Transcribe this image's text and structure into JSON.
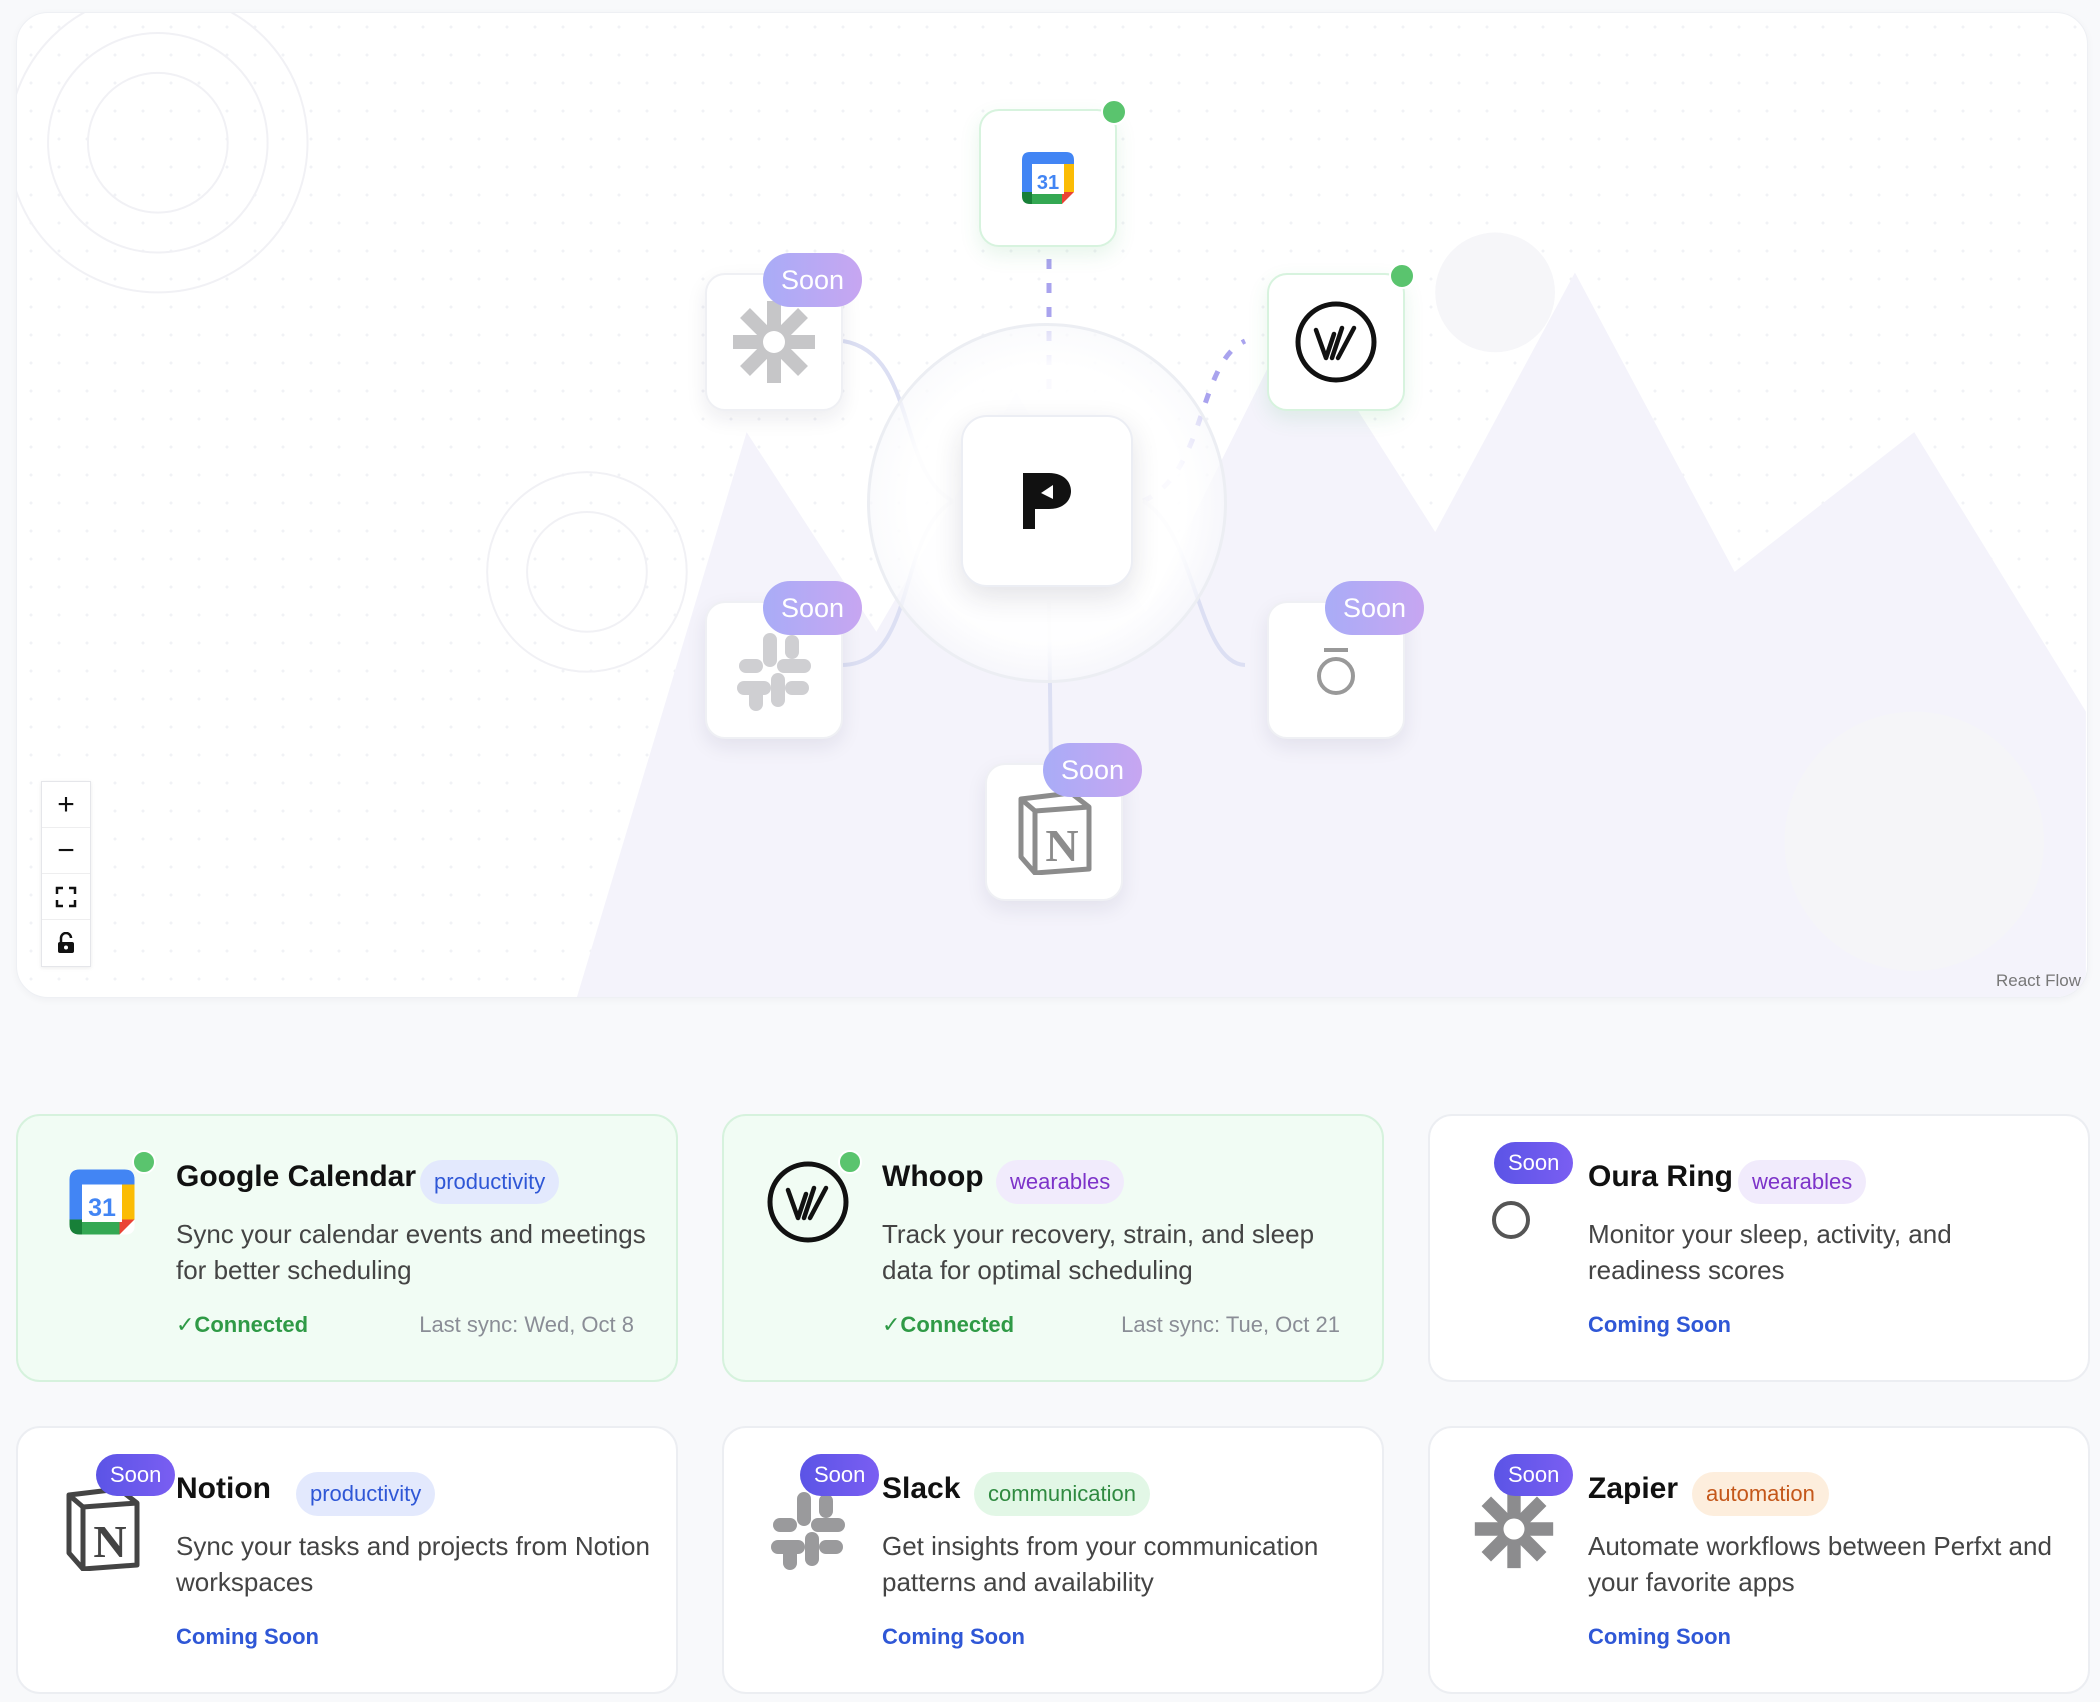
{
  "flow": {
    "center": {
      "name": "Perfxt"
    },
    "nodes": [
      {
        "id": "google-calendar",
        "connected": true,
        "soon_label": ""
      },
      {
        "id": "whoop",
        "connected": true,
        "soon_label": ""
      },
      {
        "id": "zapier",
        "connected": false,
        "soon_label": "Soon"
      },
      {
        "id": "slack",
        "connected": false,
        "soon_label": "Soon"
      },
      {
        "id": "oura",
        "connected": false,
        "soon_label": "Soon"
      },
      {
        "id": "notion",
        "connected": false,
        "soon_label": "Soon"
      }
    ],
    "calendar_day": "31",
    "controls": {
      "zoom_in": "+",
      "zoom_out": "−"
    },
    "attribution": "React Flow",
    "colors": {
      "soon_gradient_start": "#a9acf7",
      "soon_gradient_end": "#c7a6f1",
      "connected_dot": "#5ac46e",
      "edge_active": "#a9a3ee",
      "edge_inactive": "#dcdff3"
    }
  },
  "cards": [
    {
      "title": "Google Calendar",
      "tag": "productivity",
      "description": "Sync your calendar events and meetings for better scheduling",
      "status": "✓Connected",
      "last_sync": "Last sync: Wed, Oct 8",
      "coming": "",
      "soon": ""
    },
    {
      "title": "Whoop",
      "tag": "wearables",
      "description": "Track your recovery, strain, and sleep data for optimal scheduling",
      "status": "✓Connected",
      "last_sync": "Last sync: Tue, Oct 21",
      "coming": "",
      "soon": ""
    },
    {
      "title": "Oura Ring",
      "tag": "wearables",
      "description": "Monitor your sleep, activity, and readiness scores",
      "status": "",
      "last_sync": "",
      "coming": "Coming Soon",
      "soon": "Soon"
    },
    {
      "title": "Notion",
      "tag": "productivity",
      "description": "Sync your tasks and projects from Notion workspaces",
      "status": "",
      "last_sync": "",
      "coming": "Coming Soon",
      "soon": "Soon"
    },
    {
      "title": "Slack",
      "tag": "communication",
      "description": "Get insights from your communication patterns and availability",
      "status": "",
      "last_sync": "",
      "coming": "Coming Soon",
      "soon": "Soon"
    },
    {
      "title": "Zapier",
      "tag": "automation",
      "description": "Automate workflows between Perfxt and your favorite apps",
      "status": "",
      "last_sync": "",
      "coming": "Coming Soon",
      "soon": "Soon"
    }
  ],
  "icons": {
    "center": "perfxt-logo-icon",
    "google_calendar": "google-calendar-icon",
    "whoop": "whoop-icon",
    "zapier": "zapier-icon",
    "slack": "slack-icon",
    "oura": "oura-ring-icon",
    "notion": "notion-icon",
    "zoom_in": "plus-icon",
    "zoom_out": "minus-icon",
    "fit_view": "fit-view-icon",
    "lock": "lock-icon"
  }
}
